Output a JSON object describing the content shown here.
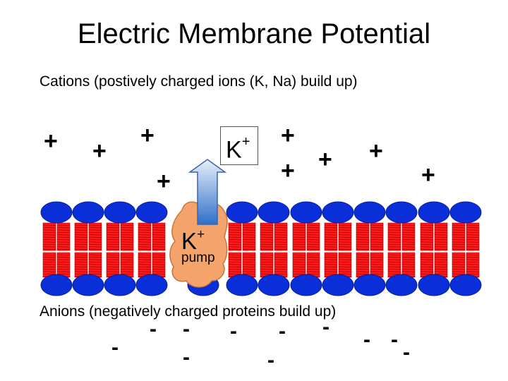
{
  "title": "Electric Membrane Potential",
  "cations_text": "Cations (postively charged ions (K, Na)  build up)",
  "anions_text": "Anions (negatively charged proteins build up)",
  "plus_symbol": "+",
  "minus_symbol": "-",
  "outside_ion": {
    "symbol": "K",
    "charge": "+"
  },
  "pump": {
    "symbol": "K",
    "charge": "+",
    "label": "pump"
  },
  "colors": {
    "lipid_head": "#0a2fd8",
    "lipid_head_edge": "#071f9a",
    "lipid_tail": "#ff1a1a",
    "lipid_tail_line": "#a30000",
    "pump_body": "#f4a46b",
    "pump_edge": "#c9733a",
    "arrow_top": "#e8f0fa",
    "arrow_bottom": "#2f6fc9"
  }
}
